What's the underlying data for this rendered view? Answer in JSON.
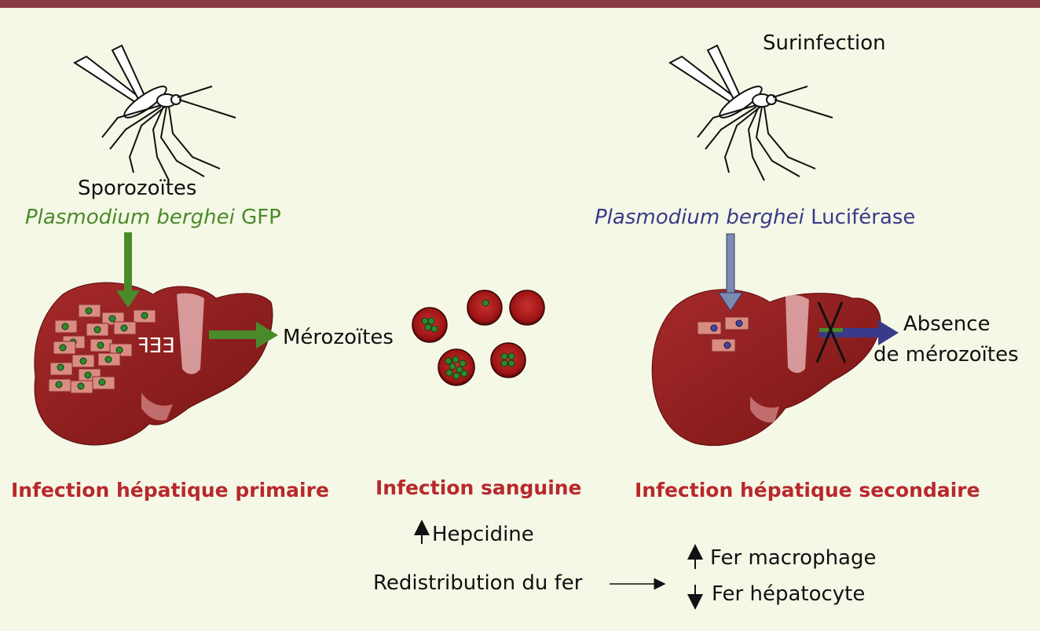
{
  "left": {
    "sporozoites": "Sporozoïtes",
    "strain_species": "Plasmodium  berghei",
    "strain_marker": "GFP",
    "eef_label": "EEF",
    "merozoites": "Mérozoïtes",
    "title": "Infection hépatique primaire"
  },
  "middle": {
    "title": "Infection sanguine",
    "hepcidine": "Hepcidine",
    "redistribution": "Redistribution du fer",
    "fer_macrophage": "Fer macrophage",
    "fer_hepatocyte": "Fer hépatocyte"
  },
  "right": {
    "surinfection": "Surinfection",
    "strain_species": "Plasmodium  berghei",
    "strain_marker": "Luciférase",
    "absence_line1": "Absence",
    "absence_line2": "de mérozoïtes",
    "title": "Infection hépatique secondaire"
  },
  "colors": {
    "frame": "#8a3a45",
    "background": "#f5f8e6",
    "liver": "#8f1e1f",
    "gfp_green": "#4a8a2a",
    "luciferase_blue": "#3a3a8a",
    "title_red": "#b8282c"
  }
}
